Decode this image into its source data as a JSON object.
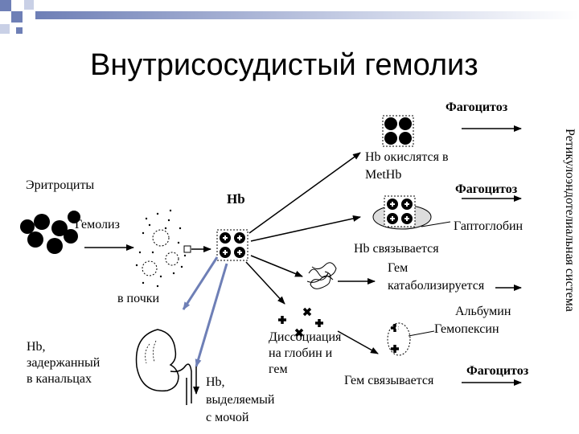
{
  "title": "Внутрисосудистый гемолиз",
  "labels": {
    "erythrocytes": "Эритроциты",
    "hemolysis": "Гемолиз",
    "hb": "Hb",
    "to_kidneys": "в почки",
    "hb_retained_line1": "Hb,",
    "hb_retained_line2": "задержанный",
    "hb_retained_line3": "в канальцах",
    "hb_excreted_line1": "Hb,",
    "hb_excreted_line2": "выделяемый",
    "hb_excreted_line3": "с мочой",
    "phagocytosis_top": "Фагоцитоз",
    "hb_oxidized_line1": "Hb окислятся в",
    "hb_oxidized_line2": "MetHb",
    "phagocytosis_mid": "Фагоцитоз",
    "haptoglobin": "Гаптоглобин",
    "hb_bound": "Hb связывается",
    "heme_cat_line1": "Гем",
    "heme_cat_line2": "катаболизируется",
    "albumin": "Альбумин",
    "hemopexin": "Гемопексин",
    "dissociation_line1": "Диссоциация",
    "dissociation_line2": "на глобин и",
    "dissociation_line3": "гем",
    "heme_bound": "Гем связывается",
    "phagocytosis_bottom": "Фагоцитоз",
    "res_system": "Ретикулоэндотелиальная система"
  },
  "colors": {
    "accent_blue": "#6e7fb6",
    "accent_light": "#c9d0e6",
    "ink": "#000000"
  }
}
